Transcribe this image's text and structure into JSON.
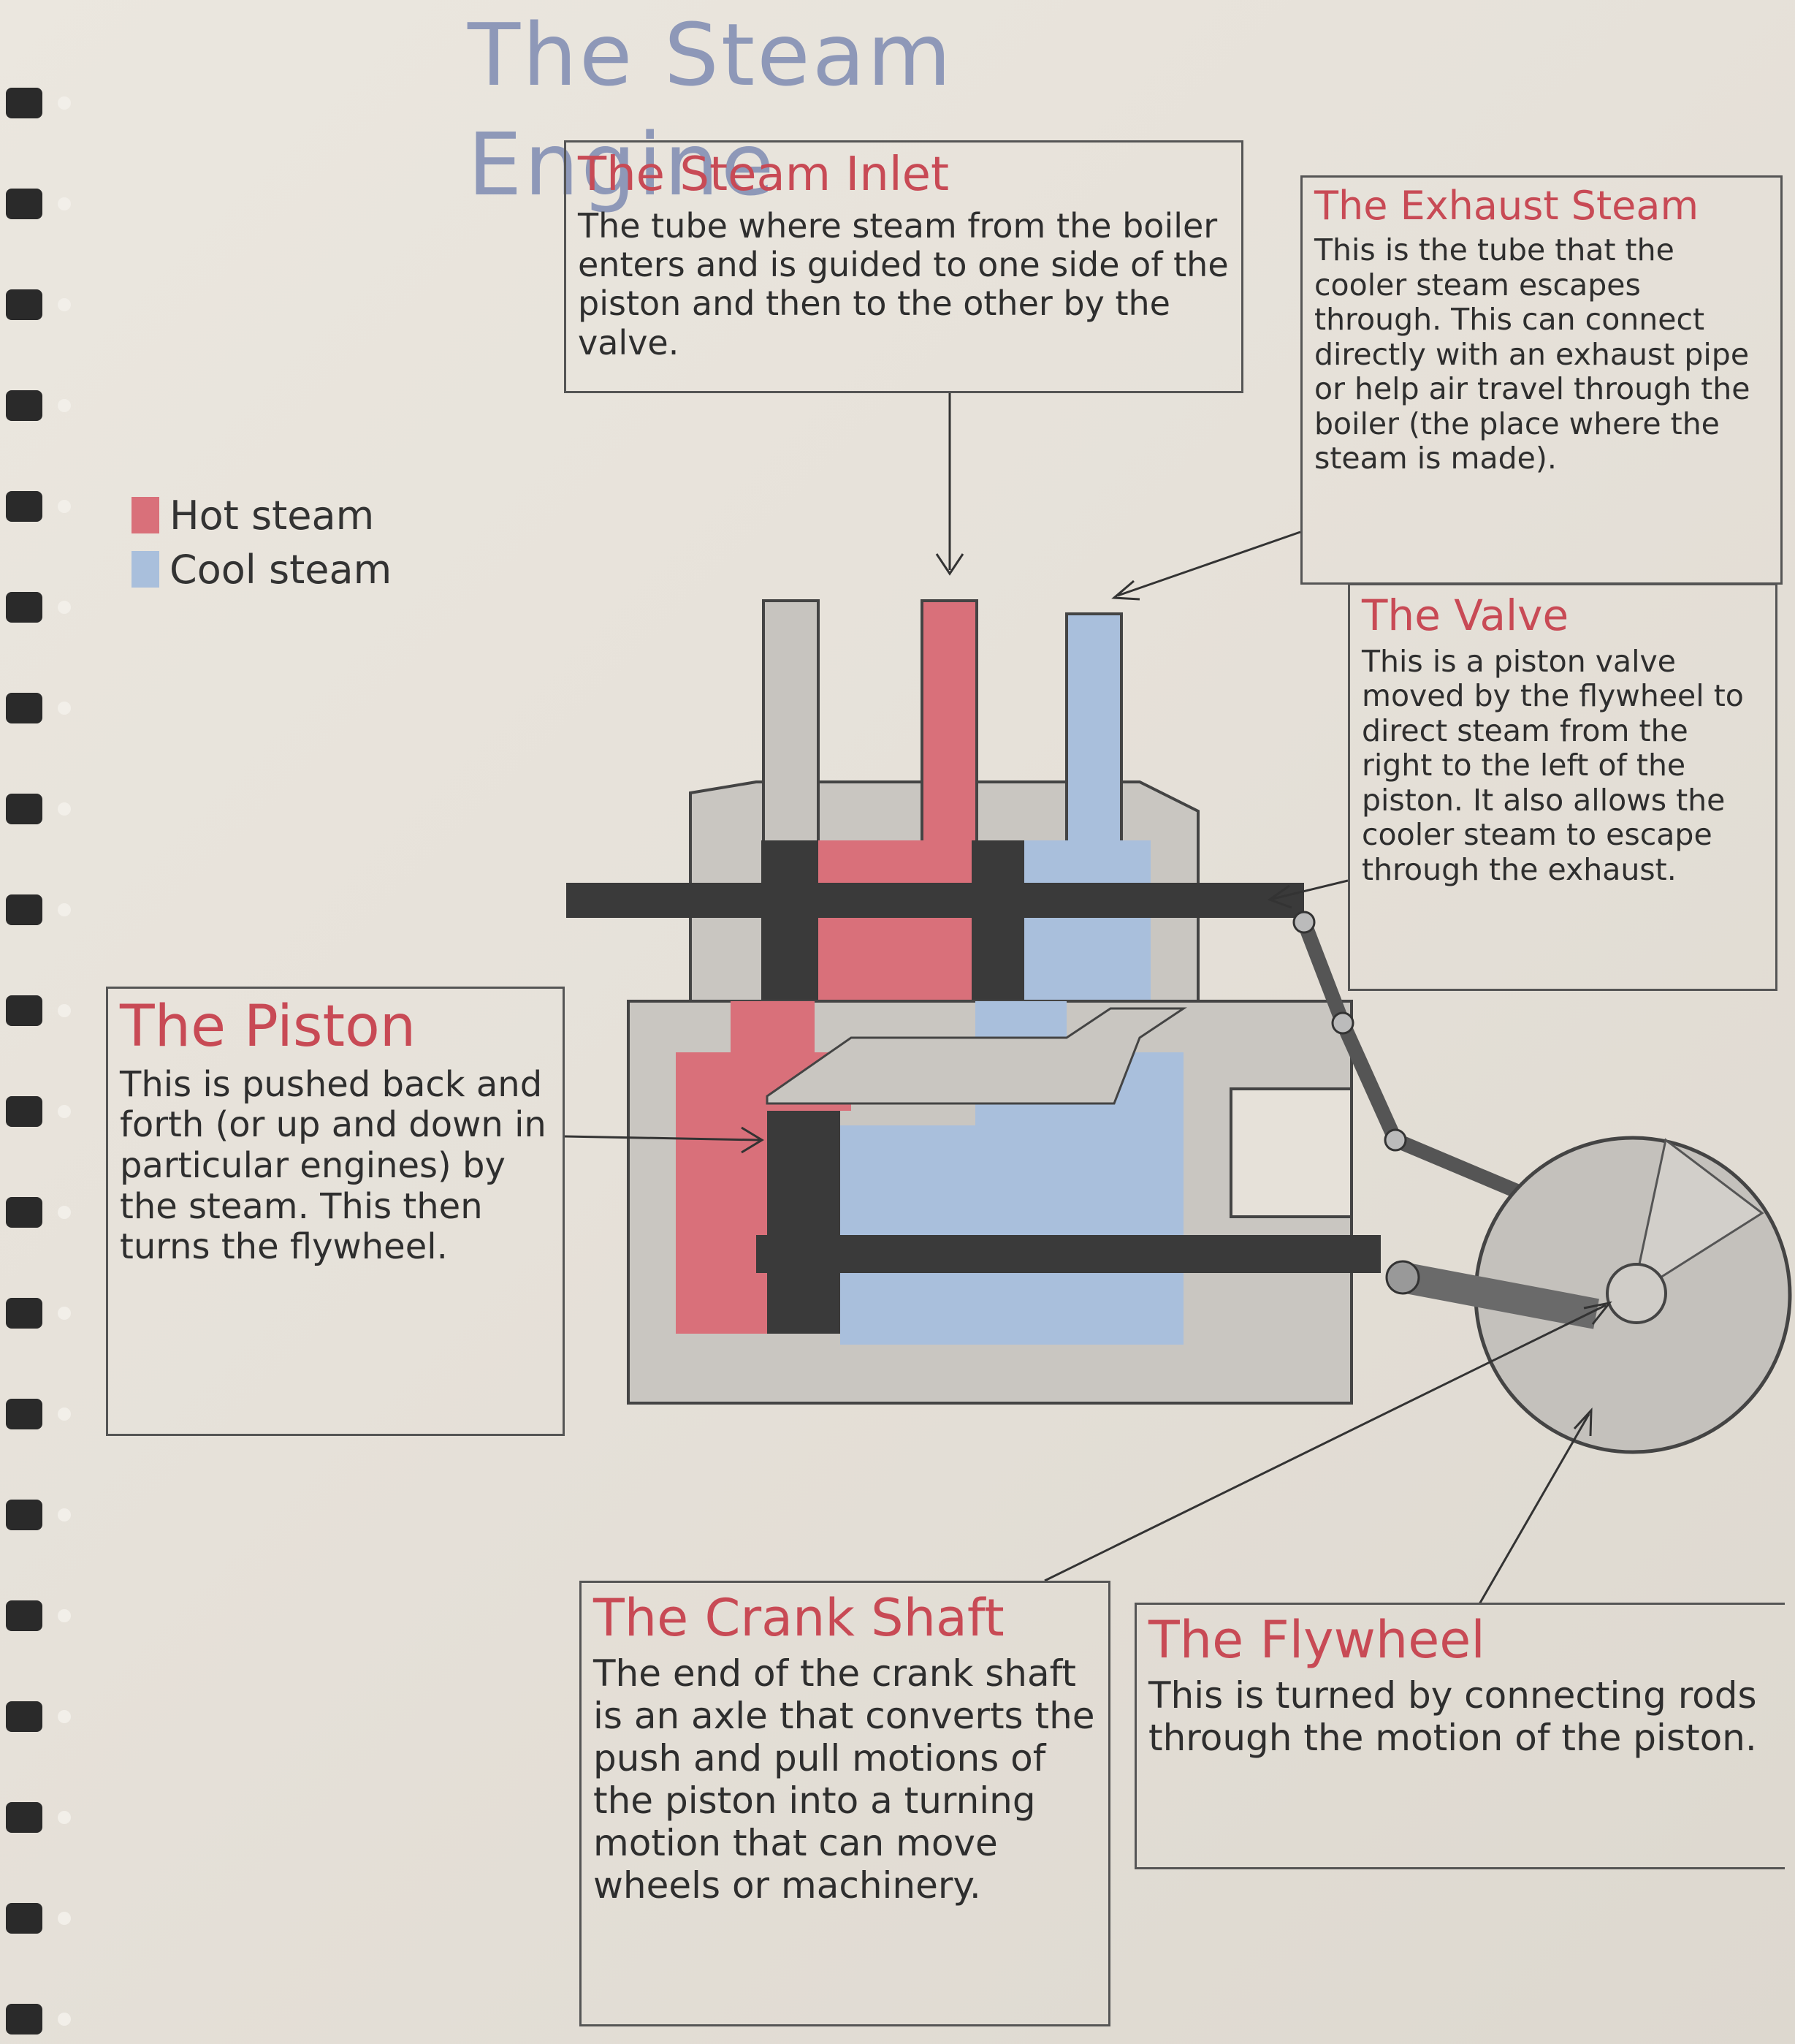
{
  "title": "The Steam Engine",
  "legend": [
    {
      "label": "Hot steam",
      "color": "#d9707a"
    },
    {
      "label": "Cool steam",
      "color": "#a9bfdc"
    }
  ],
  "labels": {
    "steam_inlet": {
      "heading": "The Steam Inlet",
      "text": "The tube where steam from the boiler enters and is guided to one side of the piston and then to the other by the valve."
    },
    "exhaust_steam": {
      "heading": "The Exhaust Steam",
      "text": "This is the tube that the cooler steam escapes through. This can connect directly with an exhaust pipe or help air travel through the boiler (the place where the steam is made)."
    },
    "valve": {
      "heading": "The Valve",
      "text": "This is a piston valve moved by the flywheel to direct steam from the right to the left of the piston. It also allows the cooler steam to escape through the exhaust."
    },
    "piston": {
      "heading": "The Piston",
      "text": "This is pushed back and forth (or up and down in particular engines) by the steam. This then turns the flywheel."
    },
    "crank_shaft": {
      "heading": "The Crank Shaft",
      "text": "The end of the crank shaft is an axle that converts the push and pull motions of the piston into a turning motion that can move wheels or machinery."
    },
    "flywheel": {
      "heading": "The Flywheel",
      "text": "This is turned by connecting rods through the motion of the piston."
    }
  },
  "colors": {
    "hot": "#d9707a",
    "cool": "#a9bfdc",
    "metal": "#c8c5c0",
    "dark": "#3a3a3a",
    "heading": "#c84a55",
    "title": "#8e98b8"
  }
}
